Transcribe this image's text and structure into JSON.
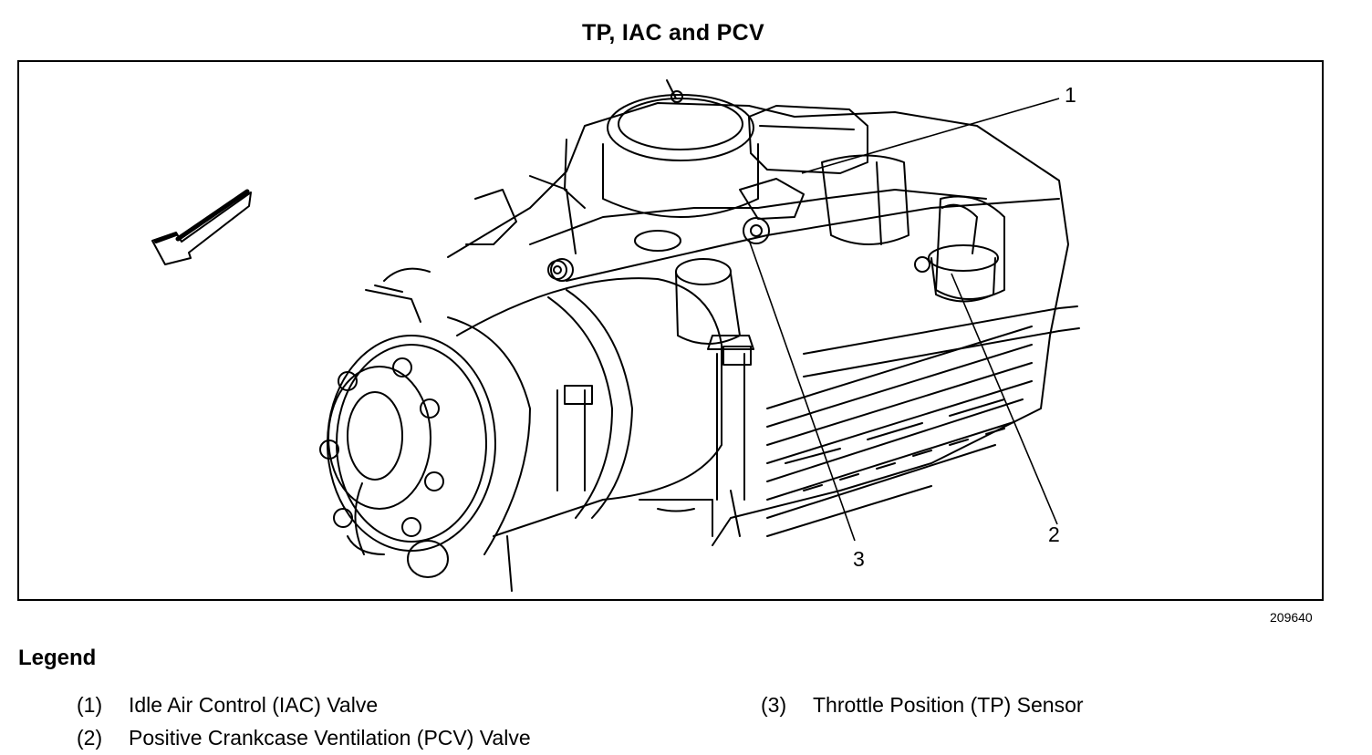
{
  "title": "TP, IAC and PCV",
  "figure_number": "209640",
  "callouts": [
    "1",
    "2",
    "3"
  ],
  "legend": {
    "title": "Legend",
    "items": [
      {
        "num": "(1)",
        "label": "Idle Air Control (IAC) Valve"
      },
      {
        "num": "(2)",
        "label": "Positive Crankcase Ventilation (PCV) Valve"
      },
      {
        "num": "(3)",
        "label": "Throttle Position (TP) Sensor"
      }
    ]
  }
}
